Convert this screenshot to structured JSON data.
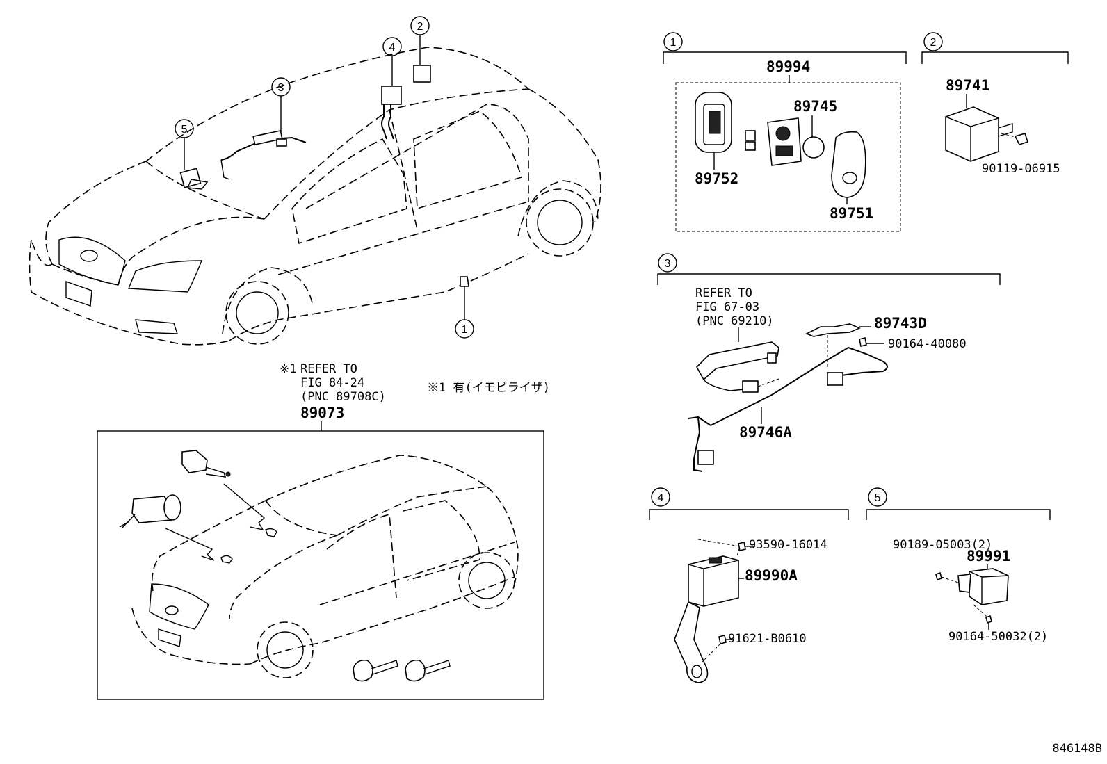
{
  "figure_code": "846148B",
  "callout_numbers": [
    "1",
    "2",
    "3",
    "4",
    "5"
  ],
  "overview": {
    "callouts": [
      "1",
      "2",
      "3",
      "4",
      "5"
    ]
  },
  "inset_89073": {
    "note_mark": "※1",
    "refer_line1": "REFER TO",
    "refer_line2": "FIG 84-24",
    "refer_line3": "(PNC 89708C)",
    "part_number": "89073",
    "footnote": "※1 有(イモビライザ)"
  },
  "group1": {
    "number": "1",
    "assembly": "89994",
    "parts": [
      "89745",
      "89752",
      "89751"
    ]
  },
  "group2": {
    "number": "2",
    "parts": [
      "89741",
      "90119-06915"
    ]
  },
  "group3": {
    "number": "3",
    "refer_line1": "REFER TO",
    "refer_line2": "FIG 67-03",
    "refer_line3": "(PNC 69210)",
    "parts": [
      "89743D",
      "90164-40080",
      "89746A"
    ]
  },
  "group4": {
    "number": "4",
    "parts": [
      "93590-16014",
      "89990A",
      "91621-B0610"
    ]
  },
  "group5": {
    "number": "5",
    "parts": [
      "90189-05003(2)",
      "89991",
      "90164-50032(2)"
    ]
  }
}
